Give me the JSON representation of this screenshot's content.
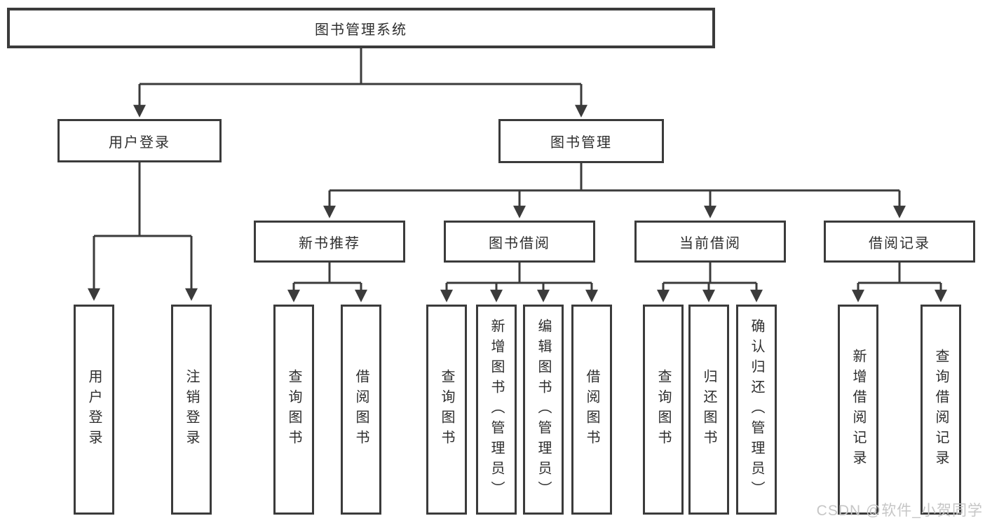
{
  "tree": {
    "root": "图书管理系统",
    "branches": {
      "user_login": {
        "label": "用户登录",
        "children": [
          "用户登录",
          "注销登录"
        ]
      },
      "book_mgmt": {
        "label": "图书管理",
        "sections": [
          {
            "label": "新书推荐",
            "children": [
              "查询图书",
              "借阅图书"
            ]
          },
          {
            "label": "图书借阅",
            "children": [
              "查询图书",
              "新增图书（管理员）",
              "编辑图书（管理员）",
              "借阅图书"
            ]
          },
          {
            "label": "当前借阅",
            "children": [
              "查询图书",
              "归还图书",
              "确认归还（管理员）"
            ]
          },
          {
            "label": "借阅记录",
            "children": [
              "新增借阅记录",
              "查询借阅记录"
            ]
          }
        ]
      }
    }
  },
  "watermark": "CSDN @软件_小贺同学",
  "colors": {
    "line": "#3b3b3b",
    "text": "#2e2e2e",
    "watermark": "#c6c6c6",
    "background": "#ffffff"
  }
}
